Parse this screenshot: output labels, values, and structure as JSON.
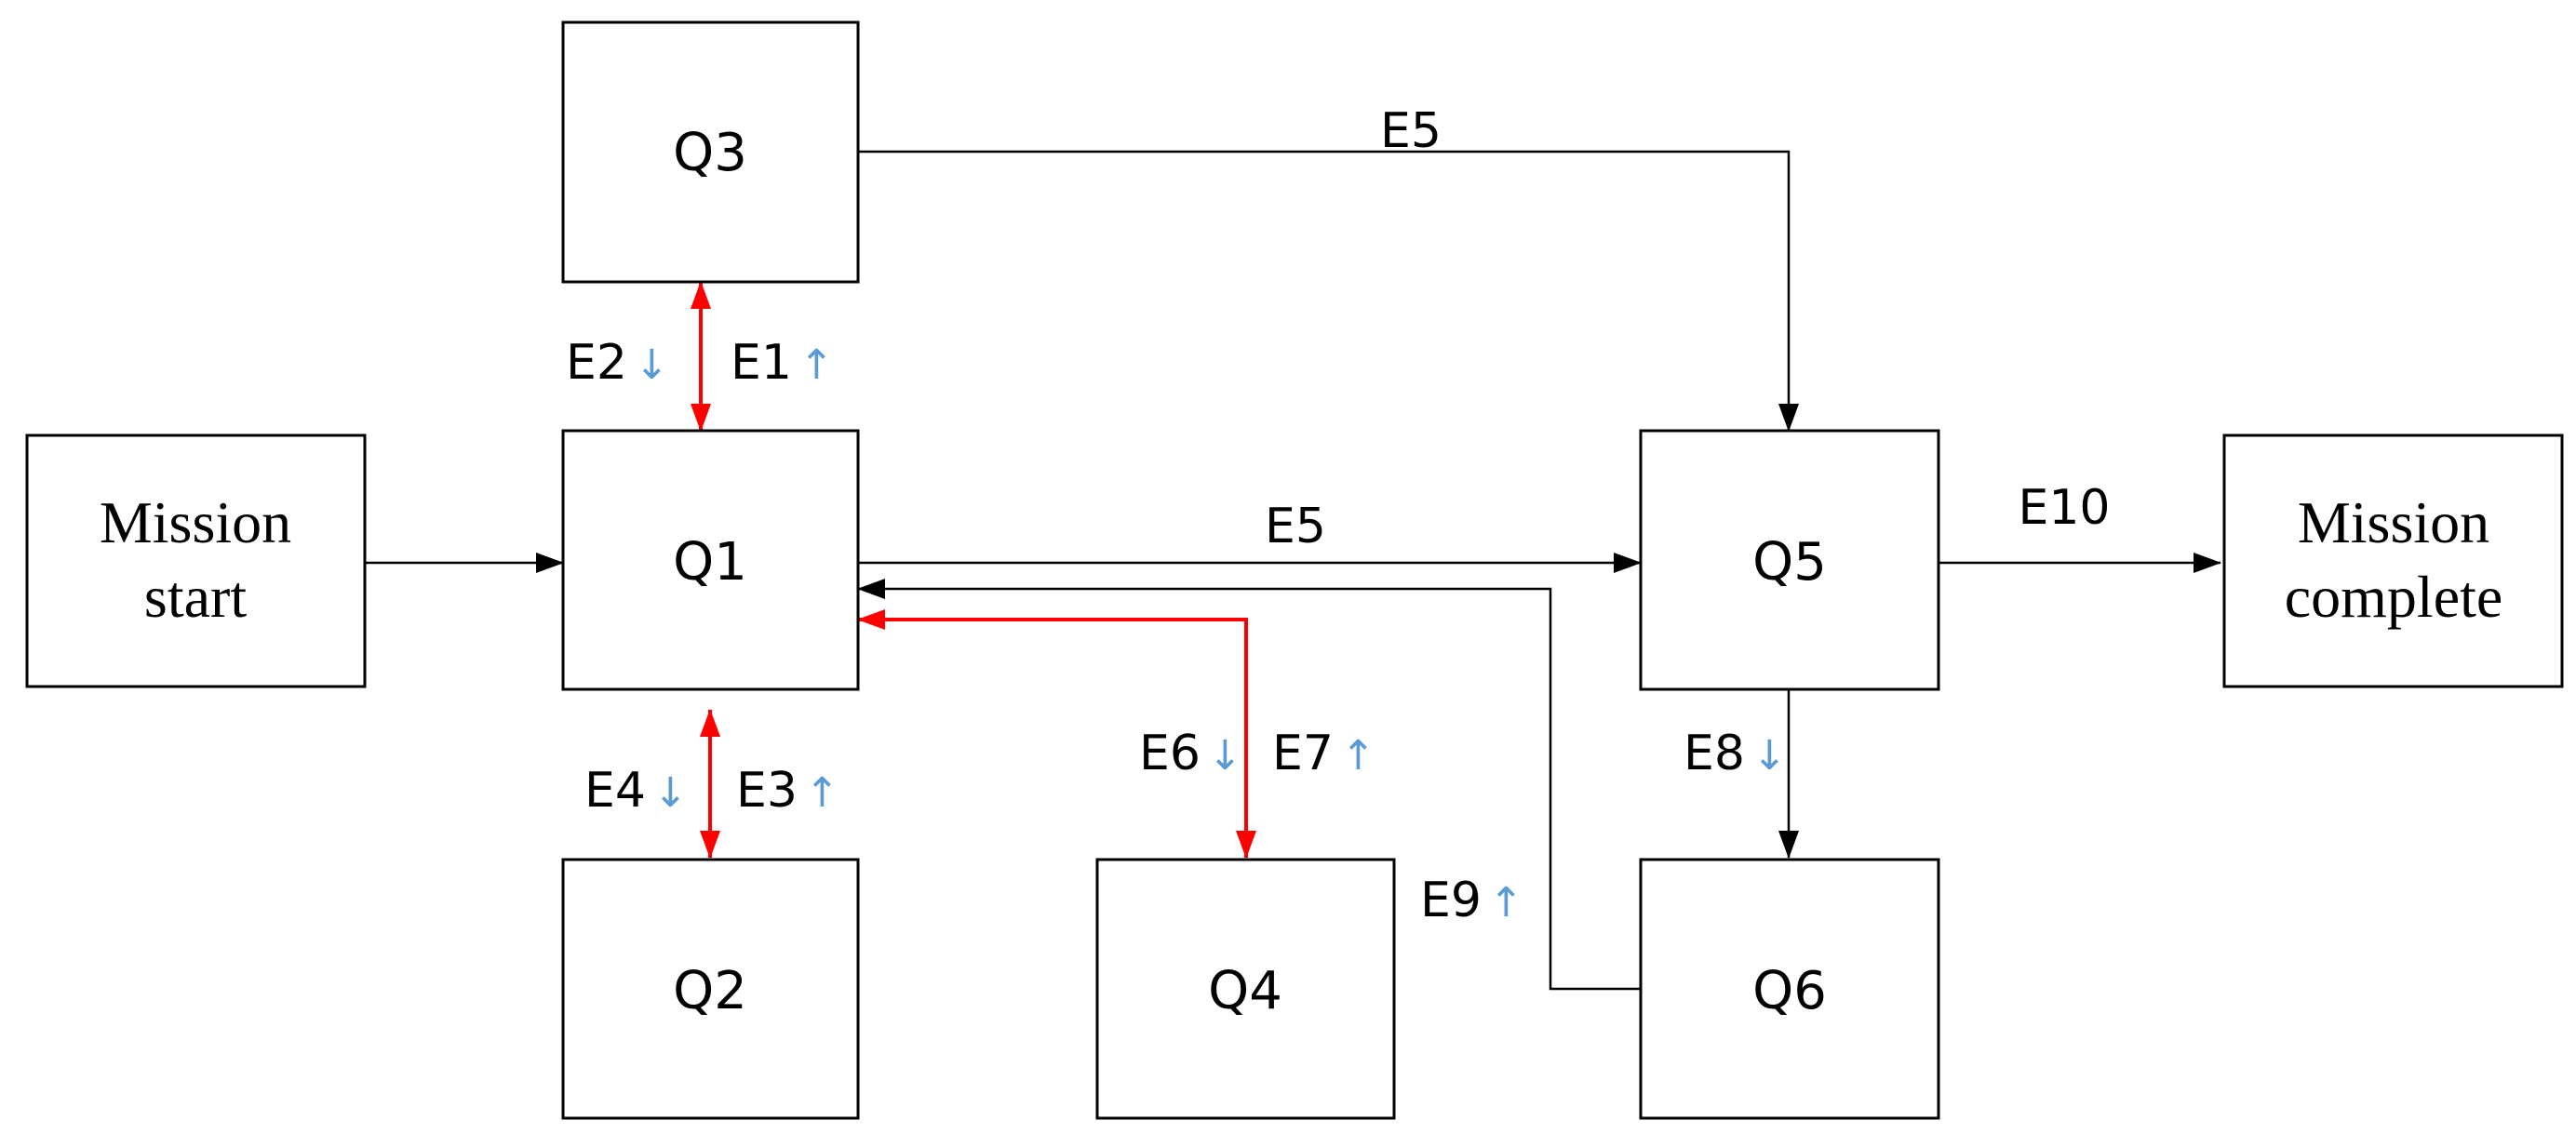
{
  "nodes": {
    "start": {
      "line1": "Mission",
      "line2": "start"
    },
    "q1": {
      "label": "Q1"
    },
    "q2": {
      "label": "Q2"
    },
    "q3": {
      "label": "Q3"
    },
    "q4": {
      "label": "Q4"
    },
    "q5": {
      "label": "Q5"
    },
    "q6": {
      "label": "Q6"
    },
    "complete": {
      "line1": "Mission",
      "line2": "complete"
    }
  },
  "edges": {
    "e1": {
      "label": "E1",
      "direction": "↑"
    },
    "e2": {
      "label": "E2",
      "direction": "↓"
    },
    "e3": {
      "label": "E3",
      "direction": "↑"
    },
    "e4": {
      "label": "E4",
      "direction": "↓"
    },
    "e5_top": {
      "label": "E5"
    },
    "e5_mid": {
      "label": "E5"
    },
    "e6": {
      "label": "E6",
      "direction": "↓"
    },
    "e7": {
      "label": "E7",
      "direction": "↑"
    },
    "e8": {
      "label": "E8",
      "direction": "↓"
    },
    "e9": {
      "label": "E9",
      "direction": "↑"
    },
    "e10": {
      "label": "E10"
    }
  },
  "colors": {
    "bidirectional_edges": "#ff0000",
    "edges": "#000000",
    "direction_arrows": "#5b9bd5"
  }
}
